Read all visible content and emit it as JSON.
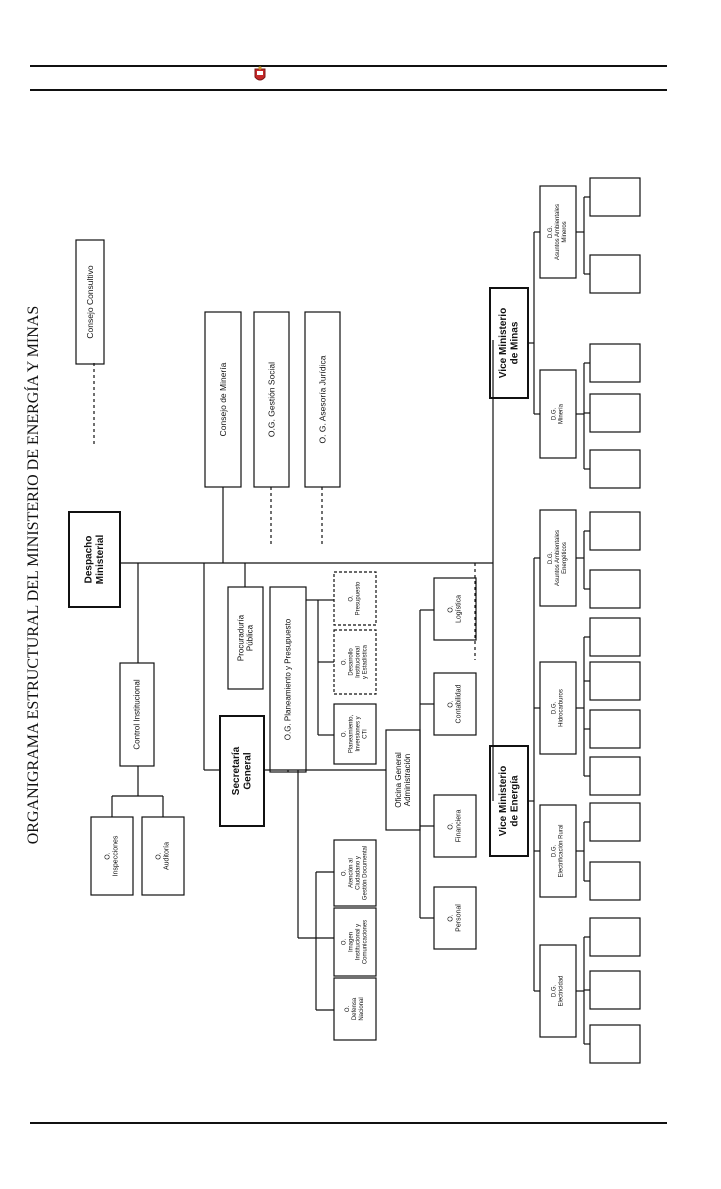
{
  "title": "ORGANIGRAMA ESTRUCTURAL DEL MINISTERIO DE ENERGÍA Y MINAS",
  "units": {
    "consejo_consultivo": "Consejo Consultivo",
    "despacho": [
      "Despacho",
      "Ministerial"
    ],
    "consejo_mineria": "Consejo de Minería",
    "gestion_social": "O.G. Gestión Social",
    "asesoria_juridica": "O. G. Asesoría Jurídica",
    "control_institucional": "Control Institucional",
    "o_inspecciones": [
      "O.",
      "Inspecciones"
    ],
    "o_auditoria": [
      "O.",
      "Auditoría"
    ],
    "procuraduria": [
      "Procuraduría",
      "Pública"
    ],
    "secretaria_general": [
      "Secretaría",
      "General"
    ],
    "planeamiento": "O.G. Planeamiento y Presupuesto",
    "o_presupuesto": [
      "O.",
      "Presupuesto"
    ],
    "o_desarrollo": [
      "O.",
      "Desarrollo",
      "Institucional",
      "y Estadística"
    ],
    "o_planeamiento": [
      "O.",
      "Planeamiento,",
      "Inversiones y",
      "CTI"
    ],
    "o_atencion": [
      "O.",
      "Atención al",
      "Ciudadano y",
      "Gestión Documental"
    ],
    "o_imagen": [
      "O.",
      "Imagen",
      "Institucional y",
      "Comunicaciones"
    ],
    "o_defensa": [
      "O.",
      "Defensa",
      "Nacional"
    ],
    "administracion": [
      "Oficina General",
      "Administración"
    ],
    "o_logistica": [
      "O.",
      "Logística"
    ],
    "o_contabilidad": [
      "O.",
      "Contabilidad"
    ],
    "o_financiera": [
      "O.",
      "Financiera"
    ],
    "o_personal": [
      "O.",
      "Personal"
    ],
    "viceministerio_minas": [
      "Vice Ministerio",
      "de Minas"
    ],
    "viceministerio_energia": [
      "Vice Ministerio",
      "de Energía"
    ],
    "dg_asuntos_mineros": [
      "D.G.",
      "Asuntos Ambientales",
      "Mineros"
    ],
    "dg_mineria": [
      "D.G.",
      "Minería"
    ],
    "dg_asuntos_energeticos": [
      "D.G.",
      "Asuntos Ambientales",
      "Energéticos"
    ],
    "dg_hidrocarburos": [
      "D.G.",
      "Hidrocarburos"
    ],
    "dg_electrificacion": [
      "D.G.",
      "Electrificación Rural"
    ],
    "dg_electricidad": [
      "D.G.",
      "Electricidad"
    ]
  }
}
